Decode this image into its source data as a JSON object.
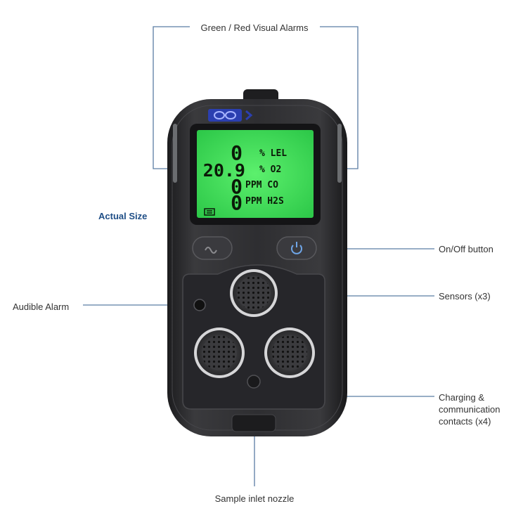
{
  "labels": {
    "visual_alarms": "Green / Red Visual Alarms",
    "actual_size": "Actual Size",
    "on_off": "On/Off button",
    "sensors": "Sensors (x3)",
    "audible_alarm": "Audible Alarm",
    "charging_line1": "Charging &",
    "charging_line2": "communication",
    "charging_line3": "contacts (x4)",
    "nozzle": "Sample inlet nozzle"
  },
  "screen": {
    "rows": [
      {
        "value": "0",
        "unit": "% LEL"
      },
      {
        "value": "20.9",
        "unit": "% O2"
      },
      {
        "value": "0",
        "unit": "PPM CO"
      },
      {
        "value": "0",
        "unit": "PPM H2S"
      }
    ]
  },
  "colors": {
    "lcd": "#3ee05a",
    "body": "#2b2b2d",
    "accent_blue": "#1f4e86",
    "leader_line": "#5a7da3"
  },
  "icons": {
    "logo": "gm-logo-icon",
    "battery": "battery-icon",
    "mode_button": "wave-button-icon",
    "power_button": "power-icon"
  }
}
